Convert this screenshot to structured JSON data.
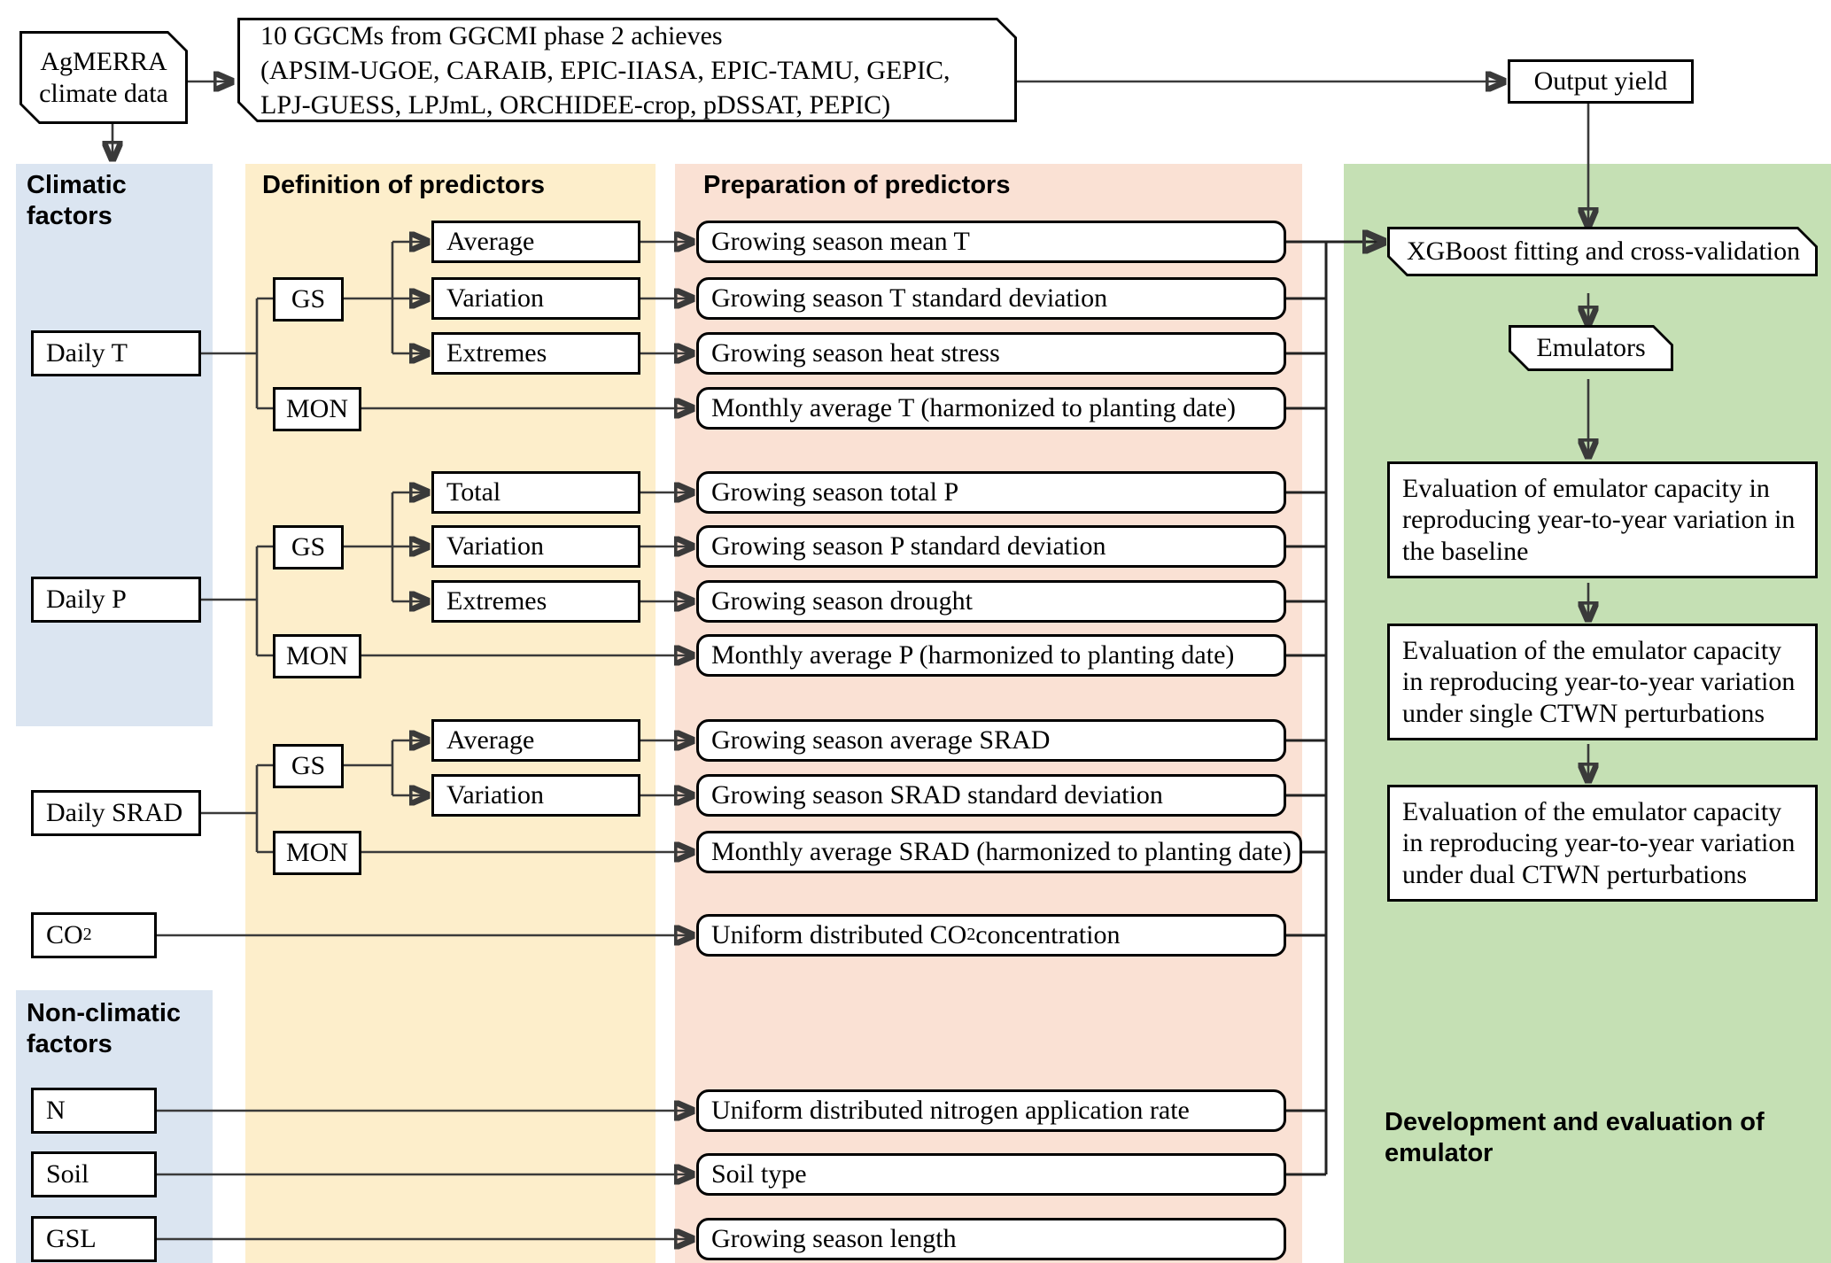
{
  "colors": {
    "climatic_panel": "#dbe5f1",
    "definition_panel": "#fdeecb",
    "preparation_panel": "#fae1d4",
    "emulator_panel": "#c5e0b4",
    "box_border": "#000000",
    "wire": "#3a3a3a",
    "page_background": "#ffffff"
  },
  "top": {
    "climate_source": "AgMERRA\nclimate data",
    "ggcm_box": "10 GGCMs from GGCMI phase 2 achieves\n(APSIM-UGOE, CARAIB, EPIC-IIASA, EPIC-TAMU, GEPIC,\nLPJ-GUESS, LPJmL, ORCHIDEE-crop, pDSSAT, PEPIC)",
    "output_yield": "Output yield"
  },
  "panels": {
    "climatic": {
      "title": "Climatic\nfactors"
    },
    "nonclimatic": {
      "title": "Non-climatic\nfactors"
    },
    "definition": {
      "title": "Definition of predictors"
    },
    "preparation": {
      "title": "Preparation of predictors"
    },
    "emulator": {
      "title": "Development and evaluation of\nemulator"
    }
  },
  "factors": {
    "climatic": [
      {
        "id": "daily-t",
        "label": "Daily T"
      },
      {
        "id": "daily-p",
        "label": "Daily P"
      },
      {
        "id": "daily-srad",
        "label": "Daily SRAD"
      },
      {
        "id": "co2",
        "label": "CO2",
        "has_subscript": true,
        "base": "CO",
        "sub": "2"
      }
    ],
    "nonclimatic": [
      {
        "id": "n",
        "label": "N"
      },
      {
        "id": "soil",
        "label": "Soil"
      },
      {
        "id": "gsl",
        "label": "GSL"
      }
    ]
  },
  "definitions": {
    "temperature": {
      "gs": "GS",
      "mon": "MON",
      "gs_children": [
        "Average",
        "Variation",
        "Extremes"
      ]
    },
    "precipitation": {
      "gs": "GS",
      "mon": "MON",
      "gs_children": [
        "Total",
        "Variation",
        "Extremes"
      ]
    },
    "srad": {
      "gs": "GS",
      "mon": "MON",
      "gs_children": [
        "Average",
        "Variation"
      ]
    }
  },
  "preparation": [
    {
      "id": "prep-gs-mean-t",
      "label": "Growing season mean T"
    },
    {
      "id": "prep-gs-t-sd",
      "label": "Growing season T standard deviation"
    },
    {
      "id": "prep-gs-heat-stress",
      "label": "Growing season heat stress"
    },
    {
      "id": "prep-mon-t",
      "label": "Monthly average T (harmonized to planting date)"
    },
    {
      "id": "prep-gs-total-p",
      "label": "Growing season total P"
    },
    {
      "id": "prep-gs-p-sd",
      "label": "Growing season P standard deviation"
    },
    {
      "id": "prep-gs-drought",
      "label": "Growing season drought"
    },
    {
      "id": "prep-mon-p",
      "label": "Monthly average P (harmonized to planting date)"
    },
    {
      "id": "prep-gs-avg-srad",
      "label": "Growing season average SRAD"
    },
    {
      "id": "prep-gs-srad-sd",
      "label": "Growing season SRAD standard deviation"
    },
    {
      "id": "prep-mon-srad",
      "label": "Monthly average SRAD (harmonized to planting date)"
    },
    {
      "id": "prep-co2",
      "label": "Uniform distributed CO2 concentration",
      "base": "Uniform distributed CO",
      "sub": "2",
      "tail": " concentration",
      "has_subscript": true
    },
    {
      "id": "prep-nitrogen",
      "label": "Uniform distributed nitrogen application rate"
    },
    {
      "id": "prep-soil-type",
      "label": "Soil type"
    },
    {
      "id": "prep-gsl",
      "label": "Growing season length"
    }
  ],
  "emulator_flow": [
    {
      "id": "xgboost",
      "label": "XGBoost fitting and cross-validation",
      "shape": "cut"
    },
    {
      "id": "emulators",
      "label": "Emulators",
      "shape": "cut"
    },
    {
      "id": "eval-baseline",
      "label": "Evaluation of emulator capacity in reproducing year-to-year variation in the baseline",
      "shape": "rect"
    },
    {
      "id": "eval-single-ctwn",
      "label": "Evaluation of the emulator capacity in reproducing year-to-year variation under single CTWN perturbations",
      "shape": "rect"
    },
    {
      "id": "eval-dual-ctwn",
      "label": "Evaluation of the emulator capacity in reproducing year-to-year variation under dual CTWN perturbations",
      "shape": "rect"
    }
  ]
}
